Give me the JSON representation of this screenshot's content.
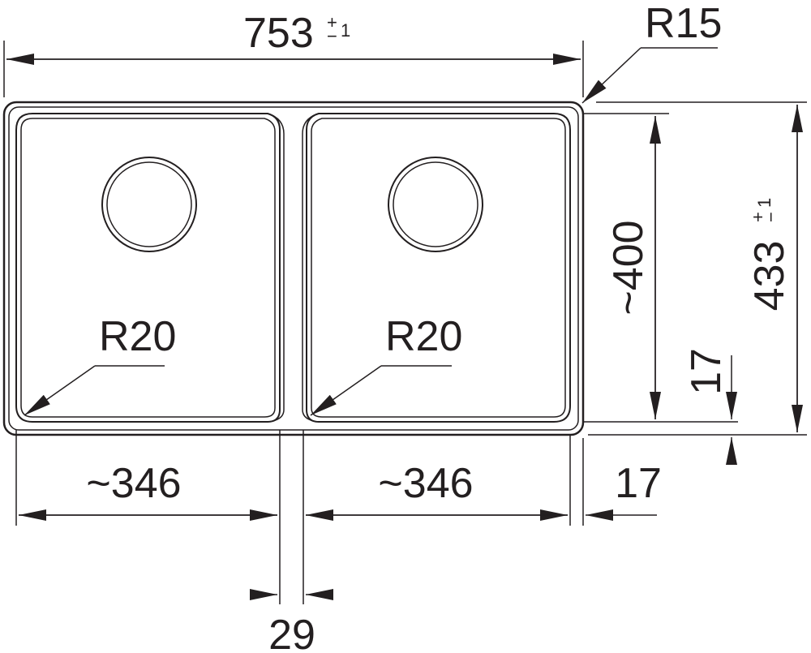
{
  "dimensions": {
    "overall_width": {
      "value": "753",
      "tol_plus": "+",
      "tol_minus": "−",
      "tol_value": "1"
    },
    "outer_radius": "R15",
    "overall_height": {
      "value": "433",
      "tol_plus": "+",
      "tol_minus": "−",
      "tol_value": "1"
    },
    "bowl_height": "~400",
    "rim_right": "17",
    "rim_bottom": "17",
    "left_bowl_width": "~346",
    "right_bowl_width": "~346",
    "divider_width": "29",
    "left_bowl_radius": "R20",
    "right_bowl_radius": "R20"
  },
  "colors": {
    "line": "#231f20",
    "background": "#ffffff"
  }
}
